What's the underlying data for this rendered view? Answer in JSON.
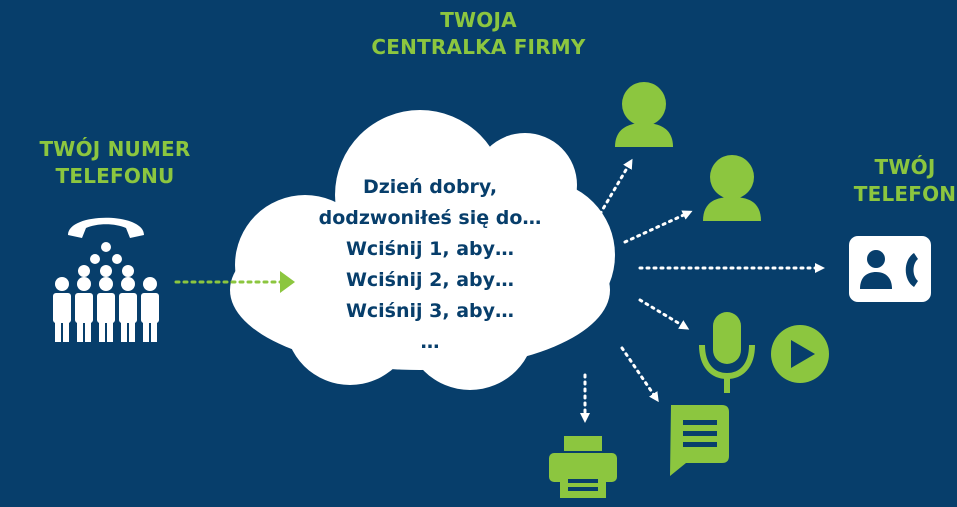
{
  "labels": {
    "center": [
      "TWOJA",
      "CENTRALKA FIRMY"
    ],
    "left": [
      "TWÓJ NUMER",
      "TELEFONU"
    ],
    "right": [
      "TWÓJ",
      "TELEFON"
    ]
  },
  "cloud": {
    "lines": [
      "Dzień dobry,",
      "dodzwoniłeś się do…",
      "Wciśnij 1, aby…",
      "Wciśnij 2, aby…",
      "Wciśnij 3, aby…",
      "…"
    ]
  },
  "icons": {
    "caller_group": "caller-group-icon",
    "user_1": "user-icon",
    "user_2": "user-icon",
    "phone": "contact-phone-icon",
    "microphone": "microphone-icon",
    "play": "play-icon",
    "message": "message-icon",
    "printer": "fax-printer-icon"
  },
  "colors": {
    "background": "#073e6b",
    "accent": "#8cc63f",
    "white": "#ffffff",
    "text_dark": "#073e6b"
  }
}
